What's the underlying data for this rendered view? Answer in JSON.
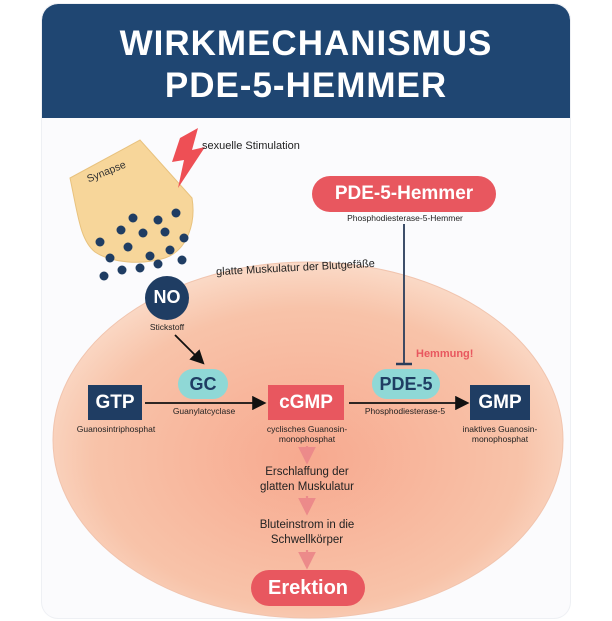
{
  "header": {
    "title_line1": "WIRKMECHANISMUS",
    "title_line2": "PDE-5-HEMMER"
  },
  "synapse": {
    "label": "Synapse"
  },
  "stimulation": {
    "label": "sexuelle Stimulation"
  },
  "muscle": {
    "label": "glatte Muskulatur der Blutgefäße"
  },
  "no": {
    "label": "NO",
    "caption": "Stickstoff"
  },
  "inhibitor": {
    "label": "PDE-5-Hemmer",
    "caption": "Phosphodiesterase-5-Hemmer"
  },
  "inhibition": {
    "label": "Hemmung!"
  },
  "gtp": {
    "label": "GTP",
    "caption": "Guanosintriphosphat"
  },
  "gc": {
    "label": "GC",
    "caption": "Guanylatcyclase"
  },
  "cgmp": {
    "label": "cGMP",
    "caption_line1": "cyclisches Guanosin-",
    "caption_line2": "monophosphat"
  },
  "pde5": {
    "label": "PDE-5",
    "caption": "Phosphodiesterase-5"
  },
  "gmp": {
    "label": "GMP",
    "caption_line1": "inaktives Guanosin-",
    "caption_line2": "monophosphat"
  },
  "step1": {
    "line1": "Erschlaffung der",
    "line2": "glatten Muskulatur"
  },
  "step2": {
    "line1": "Bluteinstrom in die",
    "line2": "Schwellkörper"
  },
  "result": {
    "label": "Erektion"
  },
  "colors": {
    "header": "#1f4672",
    "accent_red": "#e8575f",
    "teal": "#8fd8d6",
    "navy_box": "#1f3d63",
    "ellipse": "#f6b79c"
  }
}
